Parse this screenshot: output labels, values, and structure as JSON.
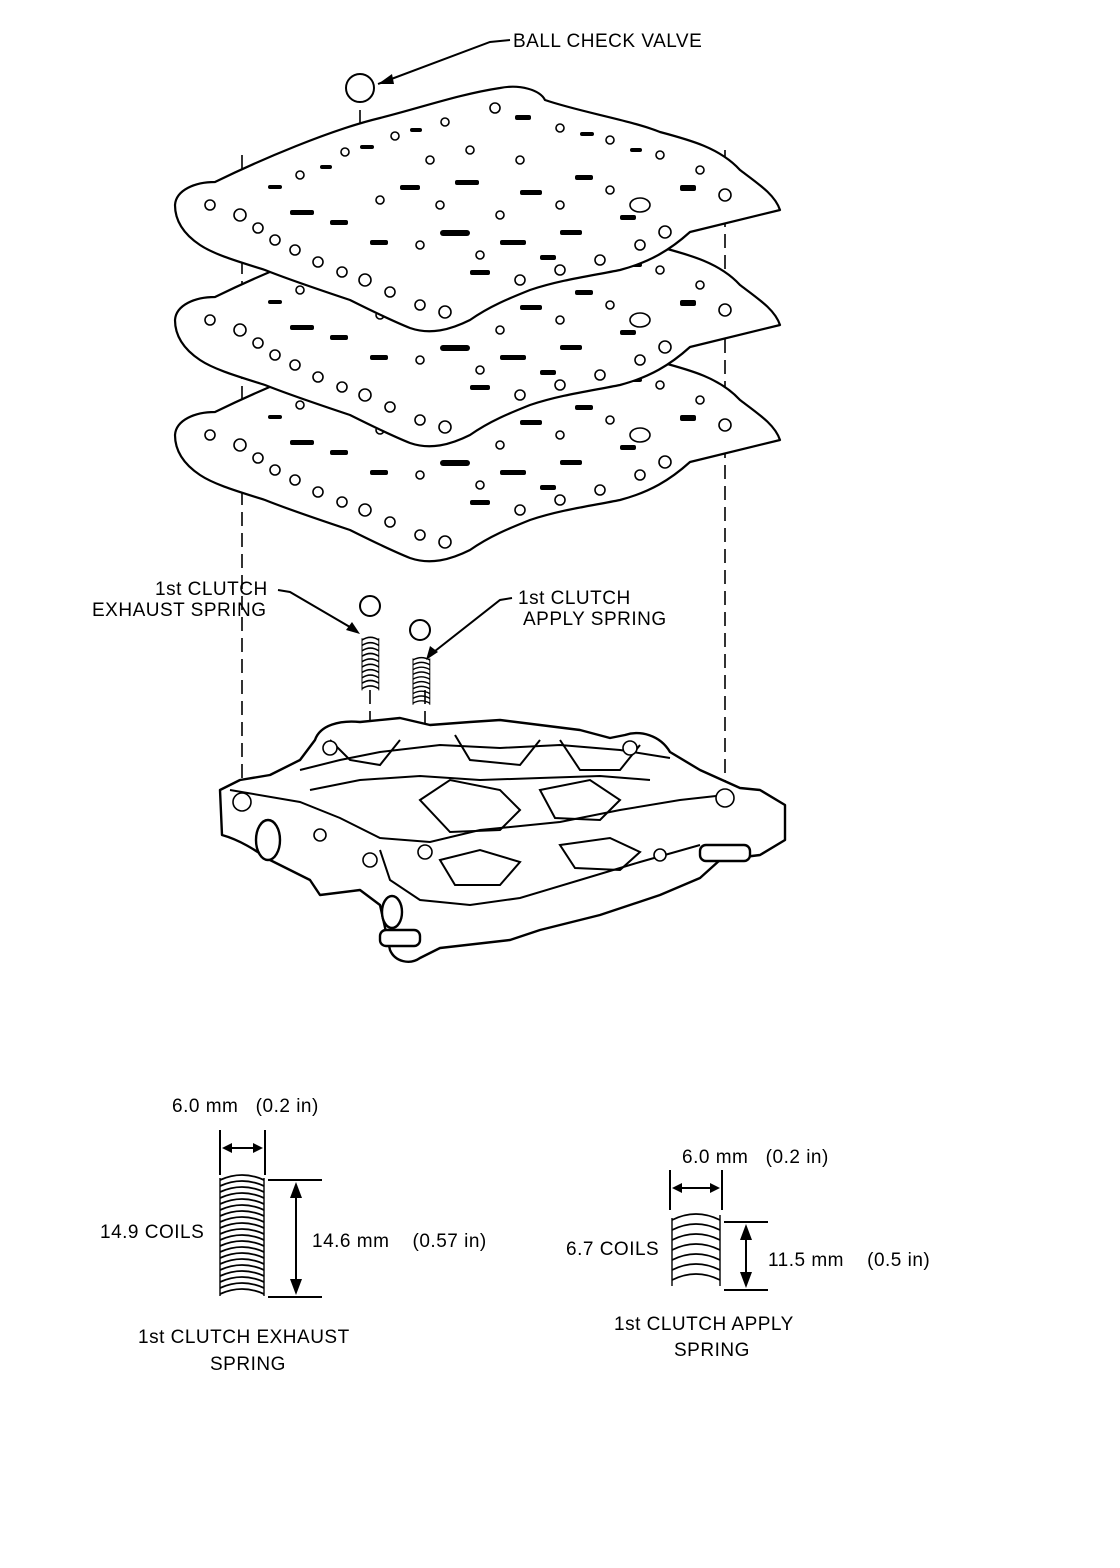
{
  "labels": {
    "ball_check_valve": "BALL CHECK VALVE",
    "exhaust_spring_line1": "1st CLUTCH",
    "exhaust_spring_line2": "EXHAUST SPRING",
    "apply_spring_line1": "1st CLUTCH",
    "apply_spring_line2": "APPLY SPRING"
  },
  "spec_exhaust": {
    "diameter": "6.0 mm   (0.2 in)",
    "coils": "14.9 COILS",
    "length": "14.6 mm    (0.57 in)",
    "caption_line1": "1st CLUTCH EXHAUST",
    "caption_line2": "SPRING"
  },
  "spec_apply": {
    "diameter": "6.0 mm   (0.2 in)",
    "coils": "6.7 COILS",
    "length": "11.5 mm    (0.5 in)",
    "caption_line1": "1st CLUTCH APPLY",
    "caption_line2": "SPRING"
  }
}
